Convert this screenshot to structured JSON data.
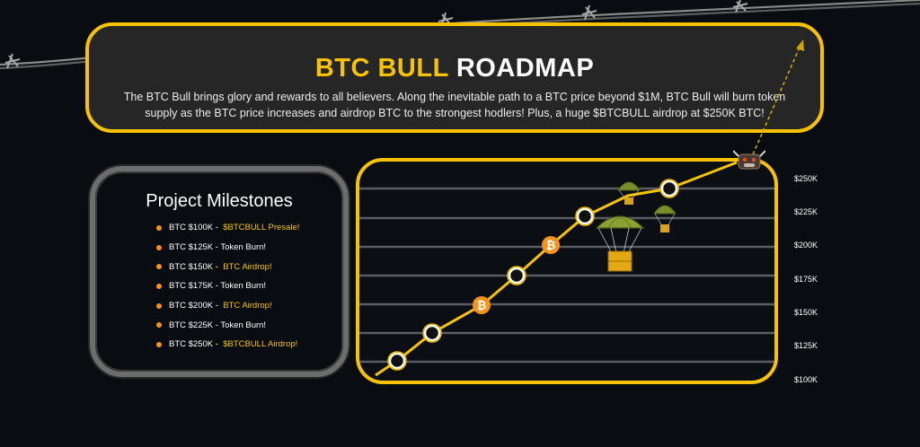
{
  "header": {
    "title_accent": "BTC BULL",
    "title_plain": "ROADMAP",
    "description": "The BTC Bull brings glory and rewards to all believers. Along the inevitable path to a BTC price beyond $1M, BTC Bull will burn token supply as the BTC price increases and airdrop BTC to the strongest hodlers! Plus, a huge $BTCBULL airdrop at $250K BTC!"
  },
  "milestones": {
    "title": "Project Milestones",
    "items": [
      {
        "prefix": "BTC $100K -  ",
        "suffix": "$BTCBULL Presale!",
        "highlight": true
      },
      {
        "prefix": "BTC $125K - Token Burn!",
        "suffix": "",
        "highlight": false
      },
      {
        "prefix": "BTC $150K -  ",
        "suffix": "BTC Airdrop!",
        "highlight": true
      },
      {
        "prefix": "BTC $175K - Token Burn!",
        "suffix": "",
        "highlight": false
      },
      {
        "prefix": "BTC $200K -  ",
        "suffix": "BTC Airdrop!",
        "highlight": true
      },
      {
        "prefix": "BTC $225K - Token Burn!",
        "suffix": "",
        "highlight": false
      },
      {
        "prefix": "BTC $250K -  ",
        "suffix": "$BTCBULL Airdrop!",
        "highlight": true
      }
    ]
  },
  "chart": {
    "y_ticks": [
      "$250K",
      "$225K",
      "$200K",
      "$175K",
      "$150K",
      "$125K",
      "$100K"
    ],
    "bitcoin_symbol": "₿"
  },
  "colors": {
    "accent": "#f7c300",
    "bitcoin_orange": "#f7931a",
    "background": "#090c10"
  },
  "icons": [
    "barbed-wire",
    "bitcoin-coin-icon",
    "parachute-crate-icon",
    "milestone-node-icon",
    "bull-icon"
  ]
}
